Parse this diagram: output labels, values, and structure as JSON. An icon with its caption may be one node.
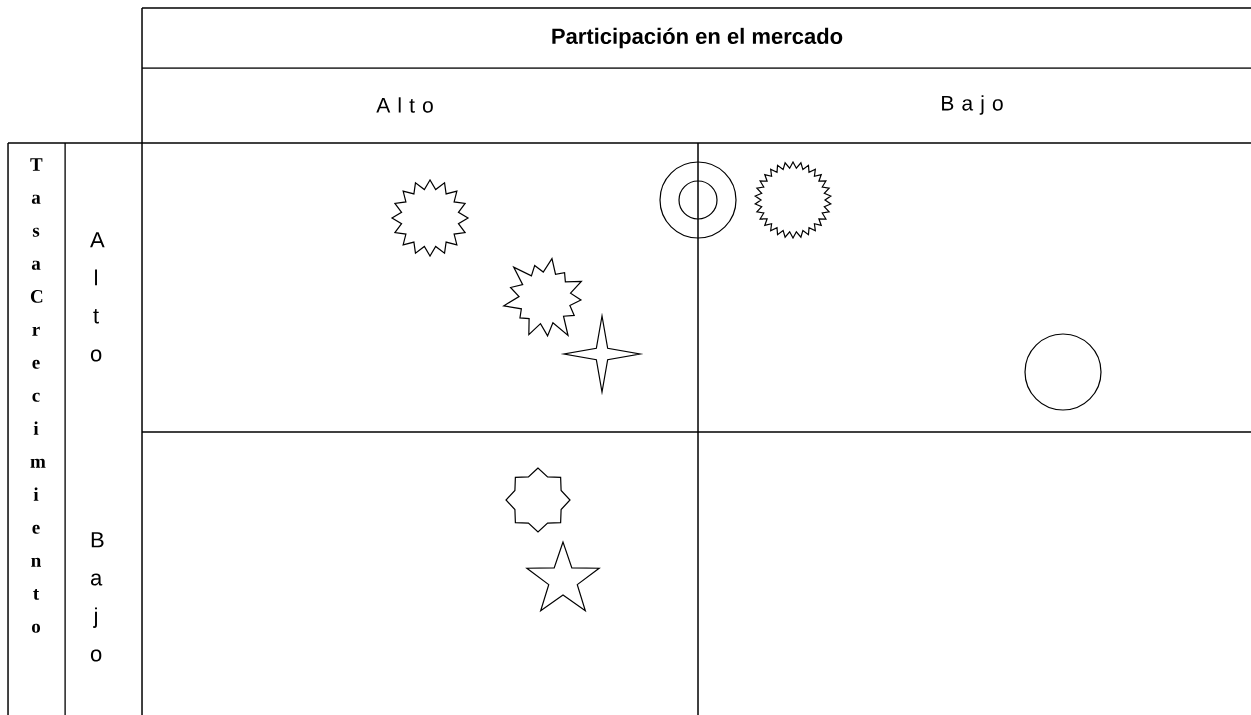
{
  "diagram": {
    "nodes": [
      {
        "text": [],
        "shape": "circle"
      },
      {
        "text": [],
        "shape": "star"
      },
      {
        "text": [],
        "shape": "star"
      },
      {
        "text": [],
        "shape": "star"
      },
      {
        "text": [],
        "shape": "star"
      },
      {
        "text": [],
        "shape": "circle"
      },
      {
        "text": [],
        "shape": "star"
      },
      {
        "text": [],
        "shape": "star"
      }
    ],
    "labels": [
      "Participación en el mercado",
      "A l t o",
      "B a j o",
      "Tasa Crecimiento",
      "Alto",
      "Bajo"
    ]
  }
}
